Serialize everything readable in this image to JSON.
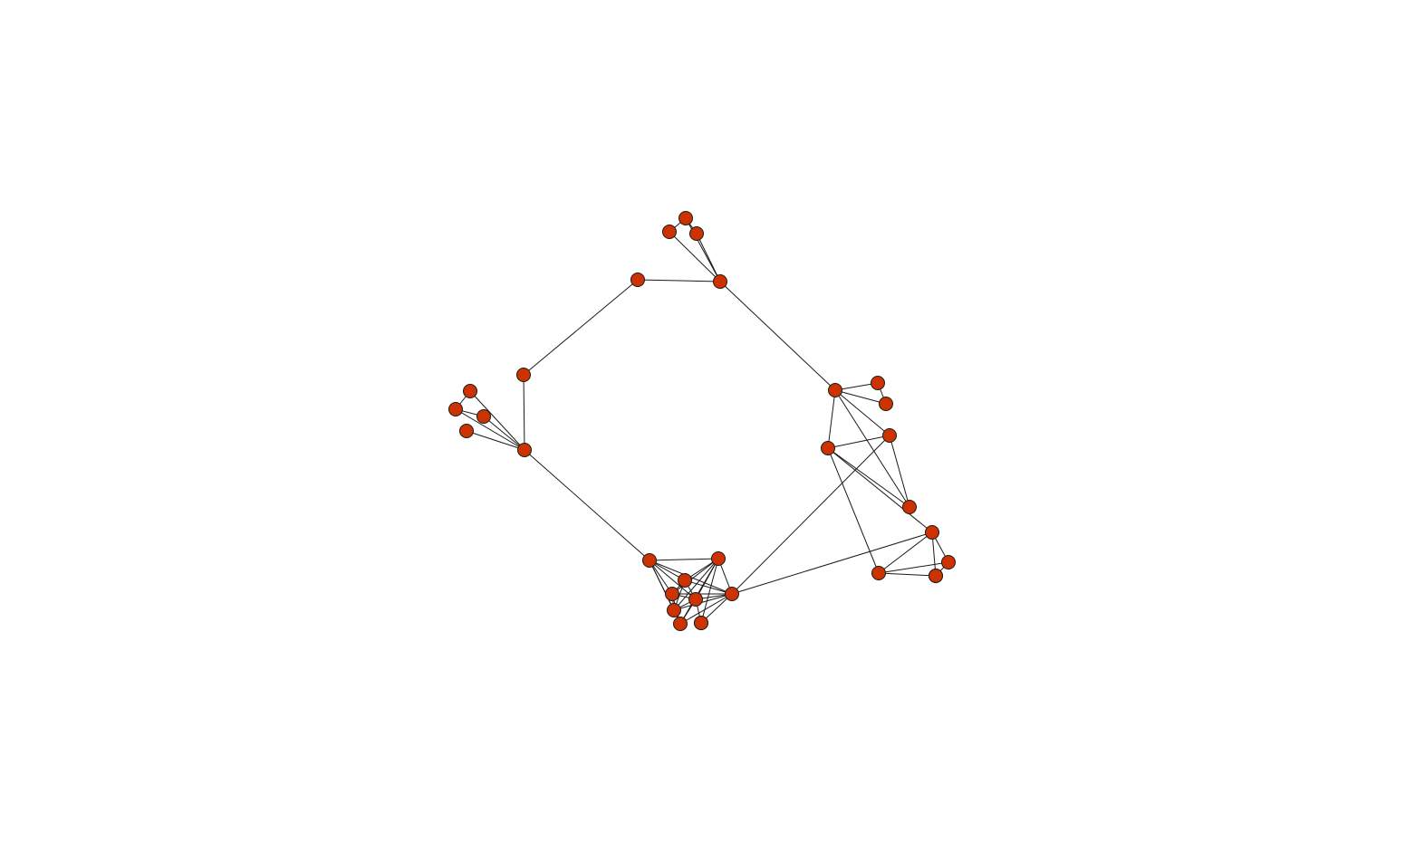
{
  "graph": {
    "node_fill": "#cc3300",
    "node_stroke": "#1a1a1a",
    "edge_color": "#1a1a1a",
    "nodes": [
      {
        "id": "n1"
      },
      {
        "id": "n2"
      },
      {
        "id": "n3"
      },
      {
        "id": "n4"
      },
      {
        "id": "n5"
      },
      {
        "id": "n6"
      },
      {
        "id": "n7"
      },
      {
        "id": "n8"
      },
      {
        "id": "n9"
      },
      {
        "id": "n10"
      },
      {
        "id": "n11"
      },
      {
        "id": "n12"
      },
      {
        "id": "n13"
      },
      {
        "id": "n14"
      },
      {
        "id": "n15"
      },
      {
        "id": "n16"
      },
      {
        "id": "n17"
      },
      {
        "id": "n18"
      },
      {
        "id": "n19"
      },
      {
        "id": "n20"
      },
      {
        "id": "n21"
      },
      {
        "id": "n22"
      },
      {
        "id": "n23"
      },
      {
        "id": "n24"
      },
      {
        "id": "n25"
      },
      {
        "id": "n26"
      },
      {
        "id": "n27"
      },
      {
        "id": "n28"
      },
      {
        "id": "n29"
      },
      {
        "id": "n30"
      },
      {
        "id": "n31"
      },
      {
        "id": "n32"
      },
      {
        "id": "n33"
      }
    ],
    "edges": [
      [
        "n1",
        "n4"
      ],
      [
        "n2",
        "n4"
      ],
      [
        "n3",
        "n4"
      ],
      [
        "n1",
        "n2"
      ],
      [
        "n1",
        "n3"
      ],
      [
        "n5",
        "n4"
      ],
      [
        "n5",
        "n6"
      ],
      [
        "n6",
        "n7"
      ],
      [
        "n8",
        "n7"
      ],
      [
        "n9",
        "n7"
      ],
      [
        "n10",
        "n7"
      ],
      [
        "n11",
        "n7"
      ],
      [
        "n8",
        "n9"
      ],
      [
        "n9",
        "n10"
      ],
      [
        "n7",
        "n12"
      ],
      [
        "n4",
        "n19"
      ],
      [
        "n19",
        "n20"
      ],
      [
        "n20",
        "n21"
      ],
      [
        "n19",
        "n21"
      ],
      [
        "n19",
        "n22"
      ],
      [
        "n19",
        "n23"
      ],
      [
        "n19",
        "n24"
      ],
      [
        "n22",
        "n23"
      ],
      [
        "n23",
        "n24"
      ],
      [
        "n22",
        "n24"
      ],
      [
        "n24",
        "n25"
      ],
      [
        "n25",
        "n26"
      ],
      [
        "n25",
        "n27"
      ],
      [
        "n24",
        "n26"
      ],
      [
        "n26",
        "n27"
      ],
      [
        "n12",
        "n13"
      ],
      [
        "n12",
        "n14"
      ],
      [
        "n12",
        "n15"
      ],
      [
        "n12",
        "n16"
      ],
      [
        "n12",
        "n17"
      ],
      [
        "n12",
        "n18"
      ],
      [
        "n13",
        "n14"
      ],
      [
        "n13",
        "n15"
      ],
      [
        "n13",
        "n16"
      ],
      [
        "n13",
        "n17"
      ],
      [
        "n13",
        "n18"
      ],
      [
        "n13",
        "n28"
      ],
      [
        "n14",
        "n15"
      ],
      [
        "n14",
        "n16"
      ],
      [
        "n14",
        "n17"
      ],
      [
        "n14",
        "n28"
      ],
      [
        "n15",
        "n16"
      ],
      [
        "n15",
        "n17"
      ],
      [
        "n15",
        "n18"
      ],
      [
        "n15",
        "n28"
      ],
      [
        "n16",
        "n17"
      ],
      [
        "n16",
        "n18"
      ],
      [
        "n16",
        "n28"
      ],
      [
        "n17",
        "n18"
      ],
      [
        "n17",
        "n28"
      ],
      [
        "n18",
        "n28"
      ],
      [
        "n12",
        "n28"
      ],
      [
        "n28",
        "n22"
      ],
      [
        "n28",
        "n25"
      ]
    ]
  }
}
